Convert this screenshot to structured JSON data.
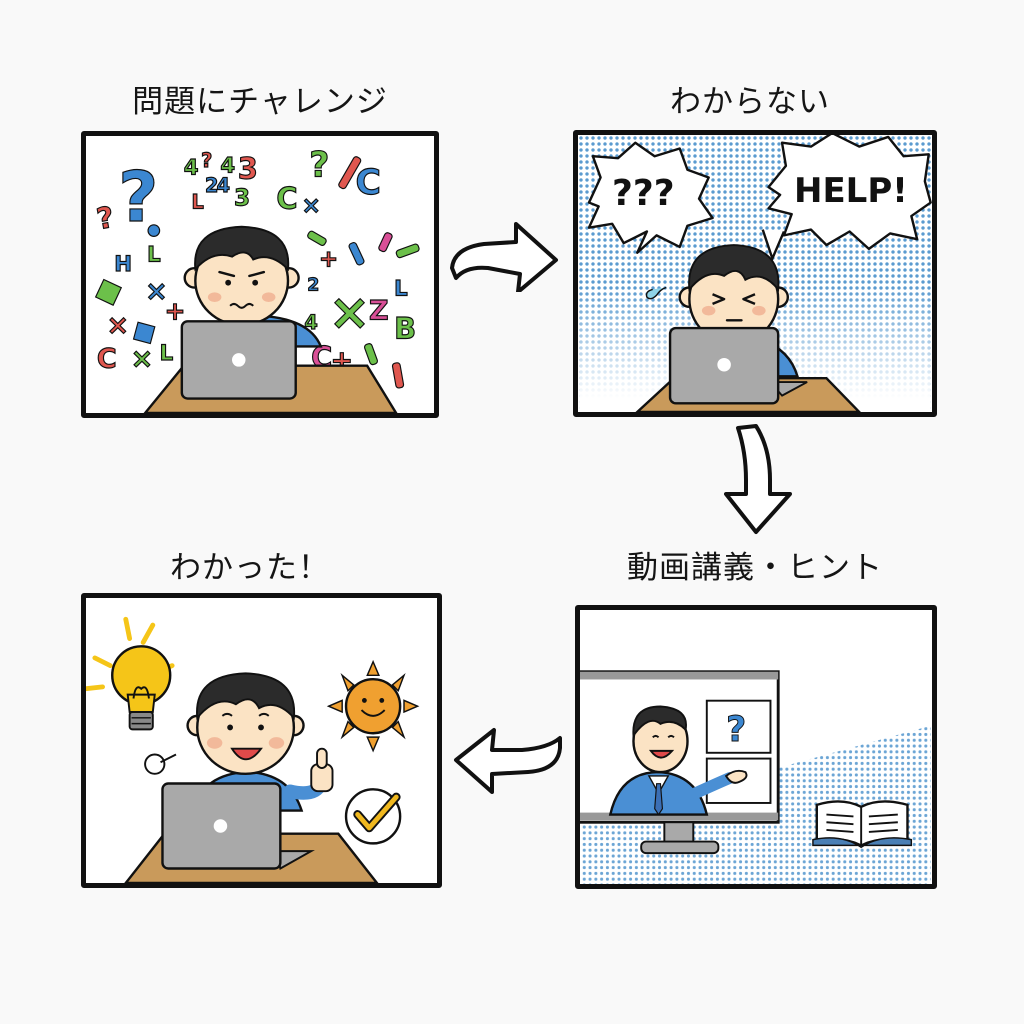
{
  "panels": [
    {
      "id": 1,
      "title": "問題にチャレンジ",
      "scene": "boy at laptop surrounded by floating numbers and symbols",
      "floating_glyphs": [
        "?",
        "?",
        "4",
        "?",
        "4",
        "3",
        "2",
        "4",
        "3",
        "L",
        "C",
        "×",
        "?",
        "/",
        "C",
        "L",
        "+",
        "×",
        "Z",
        "B",
        "+",
        "×",
        "L",
        "C",
        "4",
        "2",
        "/",
        "L"
      ]
    },
    {
      "id": 2,
      "title": "わからない",
      "scene": "frustrated boy at laptop with speech bubbles",
      "bubbles": [
        "???",
        "HELP!"
      ]
    },
    {
      "id": 3,
      "title": "動画講義・ヒント",
      "scene": "teacher on monitor screen pointing, open book",
      "screen_card_icon": "?"
    },
    {
      "id": 4,
      "title": "わかった！",
      "scene": "happy boy giving thumbs up, lightbulb, smiling sun, check mark"
    }
  ],
  "arrows": [
    {
      "from": 1,
      "to": 2,
      "direction": "right"
    },
    {
      "from": 2,
      "to": 3,
      "direction": "down"
    },
    {
      "from": 3,
      "to": 4,
      "direction": "left"
    }
  ],
  "colors": {
    "outline": "#111111",
    "halftone_blue": "#5b9bd0",
    "shirt_blue": "#4a8fd4",
    "skin": "#fbe3c4",
    "cheek": "#f2b99a",
    "hair": "#2b2b2b",
    "laptop_gray": "#a9a9a9",
    "desk_brown": "#c99a5b",
    "glyph_blue": "#3b87d1",
    "glyph_green": "#6cc04a",
    "glyph_red": "#e0574f",
    "glyph_pink": "#d94f97",
    "bulb_yellow": "#f5c518",
    "sun_orange": "#f0a030",
    "check_gold": "#f0b81e"
  }
}
